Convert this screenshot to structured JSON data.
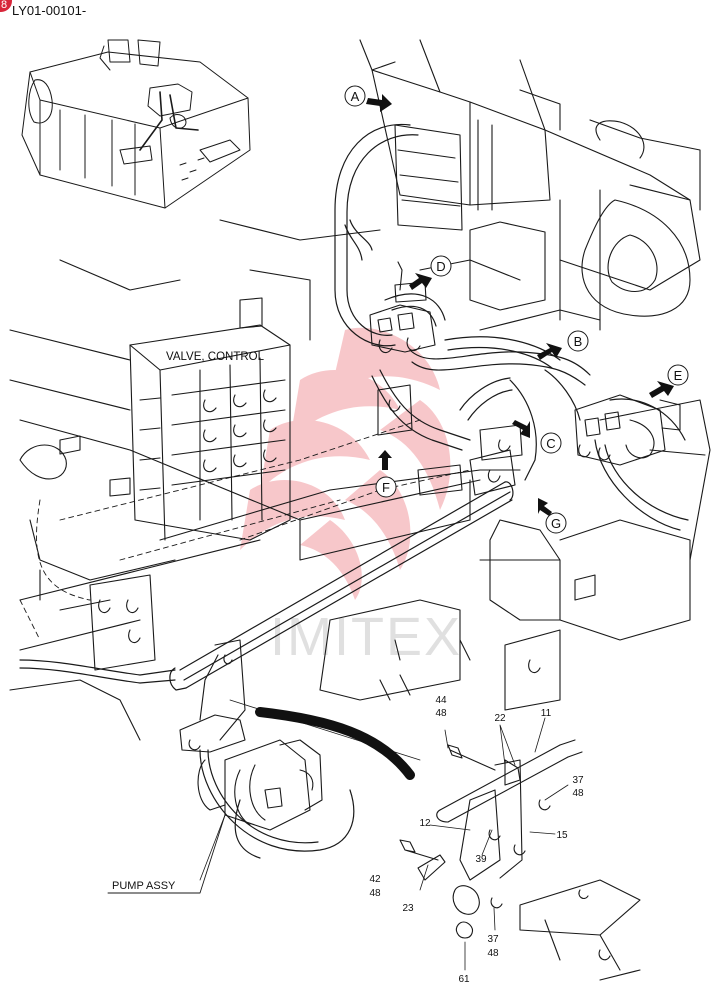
{
  "header": {
    "doc_code": "LY01-00101-",
    "corner_badge": "8"
  },
  "labels": {
    "valve_control": "VALVE, CONTROL",
    "pump_assy": "PUMP ASSY",
    "watermark": "IMITEX"
  },
  "view_markers": [
    "A",
    "B",
    "C",
    "D",
    "E",
    "F",
    "G"
  ],
  "part_numbers": {
    "p44": "44",
    "p48a": "48",
    "p22": "22",
    "p11": "11",
    "p37a": "37",
    "p48b": "48",
    "p12": "12",
    "p15": "15",
    "p39": "39",
    "p42": "42",
    "p48c": "48",
    "p23": "23",
    "p37b": "37",
    "p48d": "48",
    "p61": "61"
  },
  "colors": {
    "line": "#1a1a1a",
    "watermark": "#e63946"
  }
}
